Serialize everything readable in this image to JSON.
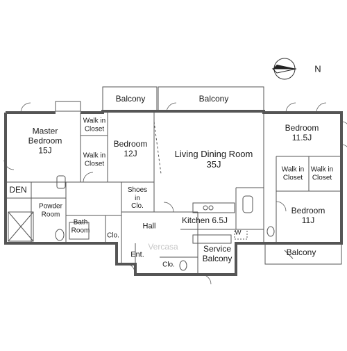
{
  "compass": {
    "north_label": "N"
  },
  "rooms": {
    "master_bedroom": [
      "Master",
      "Bedroom",
      "15J"
    ],
    "walk_in_closet_1": [
      "Walk in",
      "Closet"
    ],
    "walk_in_closet_2": [
      "Walk in",
      "Closet"
    ],
    "bedroom_12": [
      "Bedroom",
      "12J"
    ],
    "living_dining": [
      "Living Dining Room",
      "35J"
    ],
    "bedroom_11_5": [
      "Bedroom",
      "11.5J"
    ],
    "walk_in_closet_3": [
      "Walk in",
      "Closet"
    ],
    "walk_in_closet_4": [
      "Walk in",
      "Closet"
    ],
    "bedroom_11": [
      "Bedroom",
      "11J"
    ],
    "den": "DEN",
    "powder_room": [
      "Powder",
      "Room"
    ],
    "bath_room": [
      "Bath",
      "Room"
    ],
    "clo_1": "Clo.",
    "shoes_in_closet": [
      "Shoes",
      "in",
      "Clo."
    ],
    "hall": "Hall",
    "kitchen": "Kitchen 6.5J",
    "washer": "W",
    "entrance": "Ent.",
    "clo_2": "Clo.",
    "service_balcony": [
      "Service",
      "Balcony"
    ],
    "balcony_1": "Balcony",
    "balcony_2": "Balcony",
    "balcony_3": "Balcony"
  },
  "watermark": "Vercasa"
}
